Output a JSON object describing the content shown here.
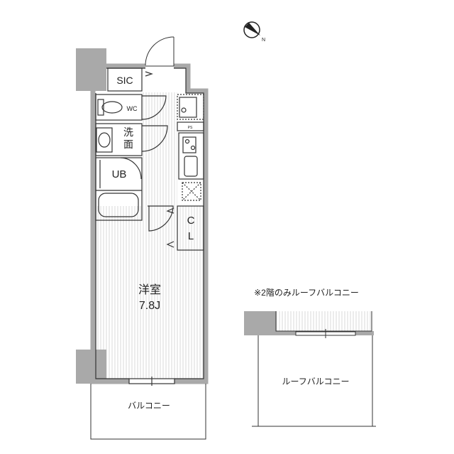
{
  "plan": {
    "rooms": {
      "sic": "SIC",
      "wc": "WC",
      "washroom_line1": "洗",
      "washroom_line2": "面",
      "unit_bath": "UB",
      "closet_line1": "C",
      "closet_line2": "L",
      "ps": "PS",
      "western_room": "洋室",
      "western_room_size": "7.8J",
      "balcony": "バルコニー"
    },
    "roof_balcony": {
      "note": "※2階のみルーフバルコニー",
      "label": "ルーフバルコニー"
    },
    "compass": {
      "icon": "north-arrow-icon",
      "label": "N"
    },
    "colors": {
      "wall": "#a9a9a9",
      "line": "#333333",
      "hatch": "#d8d8d8"
    }
  }
}
